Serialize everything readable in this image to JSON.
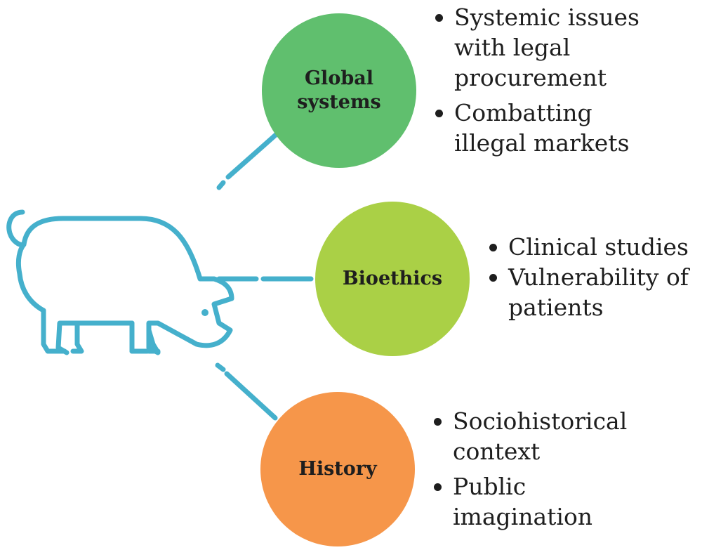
{
  "colors": {
    "pig": "#45b0cc",
    "global": "#60bf6e",
    "bioethics": "#aad046",
    "history": "#f6964a"
  },
  "nodes": [
    {
      "label_lines": [
        "Global",
        "systems"
      ],
      "bullets": [
        [
          "Systemic issues",
          "with legal",
          "procurement"
        ],
        [
          "Combatting",
          "illegal markets"
        ]
      ]
    },
    {
      "label_lines": [
        "Bioethics"
      ],
      "bullets": [
        [
          "Clinical studies"
        ],
        [
          "Vulnerability of",
          "patients"
        ]
      ]
    },
    {
      "label_lines": [
        "History"
      ],
      "bullets": [
        [
          "Sociohistorical",
          "context"
        ],
        [
          "Public",
          "imagination"
        ]
      ]
    }
  ]
}
